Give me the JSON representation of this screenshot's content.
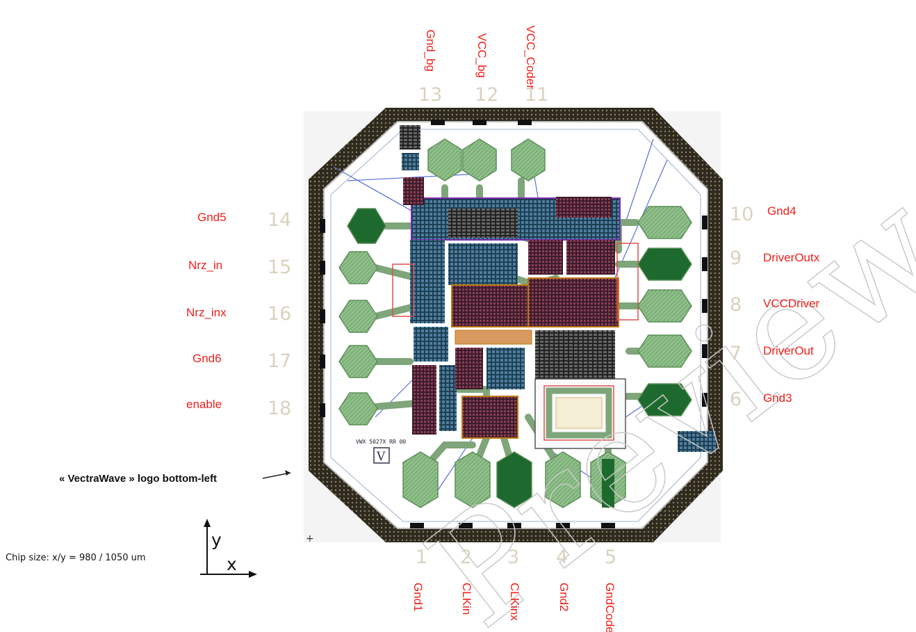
{
  "pins": [
    {
      "number": "1",
      "name": "Gnd1"
    },
    {
      "number": "2",
      "name": "CLKin"
    },
    {
      "number": "3",
      "name": "CLKinx"
    },
    {
      "number": "4",
      "name": "Gnd2"
    },
    {
      "number": "5",
      "name": "GndCoder"
    },
    {
      "number": "6",
      "name": "Gnd3"
    },
    {
      "number": "7",
      "name": "DriverOut"
    },
    {
      "number": "8",
      "name": "VCCDriver"
    },
    {
      "number": "9",
      "name": "DriverOutx"
    },
    {
      "number": "10",
      "name": "Gnd4"
    },
    {
      "number": "11",
      "name": "VCC_Coder"
    },
    {
      "number": "12",
      "name": "VCC_bg"
    },
    {
      "number": "13",
      "name": "Gnd_bg"
    },
    {
      "number": "14",
      "name": "Gnd5"
    },
    {
      "number": "15",
      "name": "Nrz_in"
    },
    {
      "number": "16",
      "name": "Nrz_inx"
    },
    {
      "number": "17",
      "name": "Gnd6"
    },
    {
      "number": "18",
      "name": "enable"
    }
  ],
  "logo_note": "« VectraWave » logo bottom-left",
  "chip_size": "Chip size: x/y = 980 / 1050 um",
  "axis": {
    "y": "y",
    "x": "x"
  },
  "logo_text": "V",
  "die_id_text": "VWX 5027X RR 00",
  "watermark": "Preview",
  "colors": {
    "label": "#f0201a",
    "pad": "#8fc08a",
    "pad_dark": "#1e6a2e",
    "seal_ring": "#2f2a1f",
    "watermark": "#c9c9c9"
  }
}
